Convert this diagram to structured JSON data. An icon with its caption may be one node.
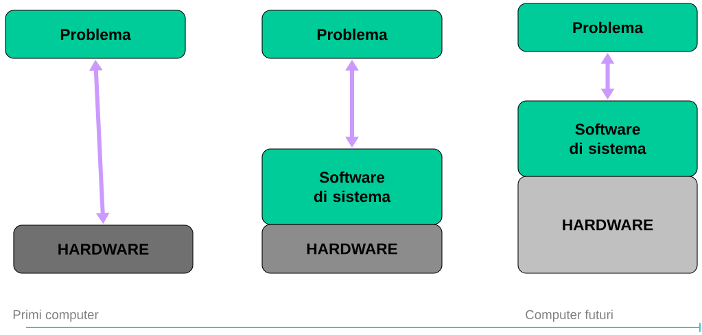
{
  "diagram": {
    "nodes": [
      {
        "text": [
          "Problema"
        ]
      },
      {
        "text": [
          "HARDWARE"
        ]
      },
      {
        "text": [
          "Problema"
        ]
      },
      {
        "text": [
          "Software di sistema"
        ]
      },
      {
        "text": [
          "HARDWARE"
        ]
      },
      {
        "text": [
          "Problema"
        ]
      },
      {
        "text": [
          "Software di sistema"
        ]
      },
      {
        "text": [
          "HARDWARE"
        ]
      }
    ],
    "edges": [
      {
        "from": 0,
        "to": 1,
        "arrow": "both",
        "color": "#cc99ff"
      },
      {
        "from": 2,
        "to": 3,
        "arrow": "both",
        "color": "#cc99ff"
      },
      {
        "from": 5,
        "to": 6,
        "arrow": "both",
        "color": "#cc99ff"
      }
    ],
    "labels": [
      "Primi computer",
      "Computer futuri"
    ]
  }
}
